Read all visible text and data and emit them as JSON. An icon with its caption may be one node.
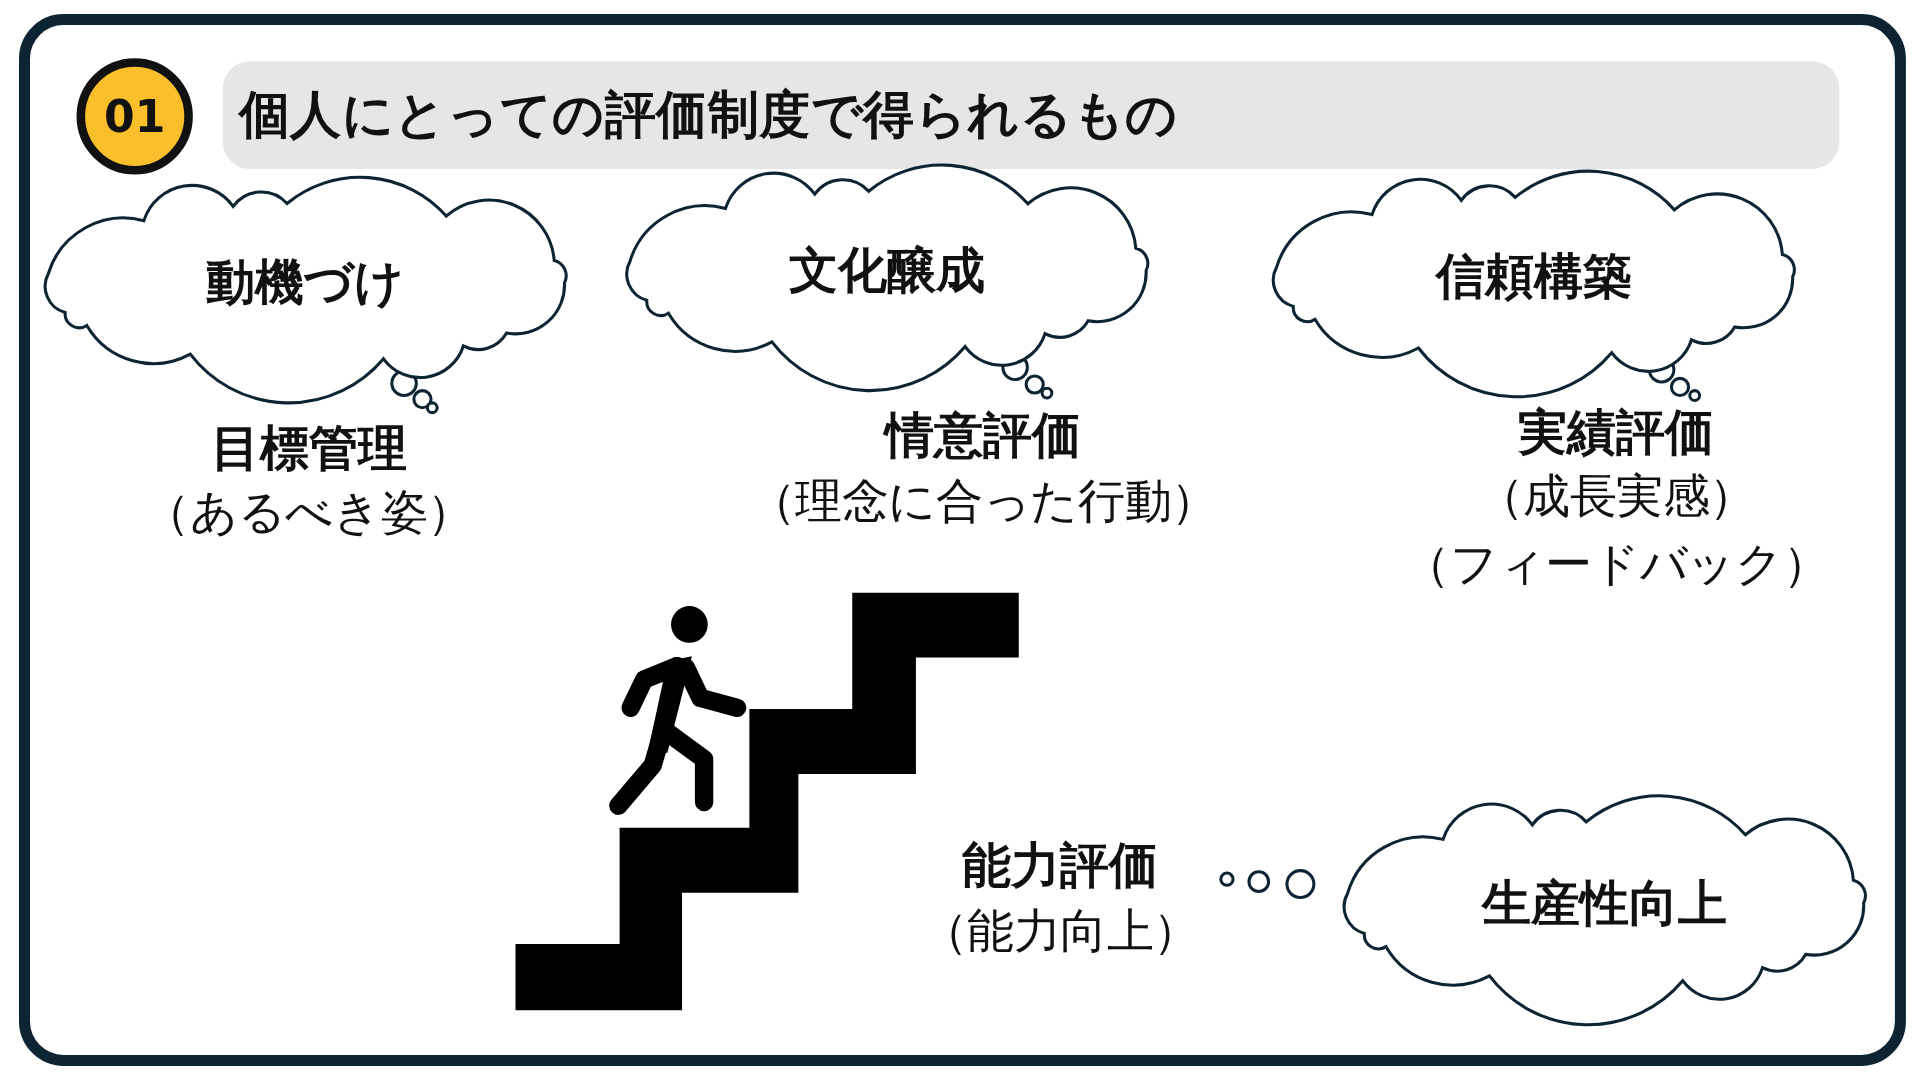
{
  "diagram": {
    "title": "個人にとっての評価制度で得られるもの",
    "nodes": [
      {
        "text": [
          "01"
        ]
      },
      {
        "text": [
          "動機づけ"
        ],
        "beside": [
          "目標管理",
          "（あるべき姿）"
        ]
      },
      {
        "text": [
          "文化醸成"
        ],
        "beside": [
          "情意評価",
          "（理念に合った行動）"
        ]
      },
      {
        "text": [
          "信頼構築"
        ],
        "beside": [
          "実績評価",
          "（成長実感）",
          "（フィードバック）"
        ]
      },
      {
        "text": [
          "生産性向上"
        ],
        "beside": [
          "能力評価",
          "（能力向上）"
        ]
      }
    ],
    "edges": []
  }
}
